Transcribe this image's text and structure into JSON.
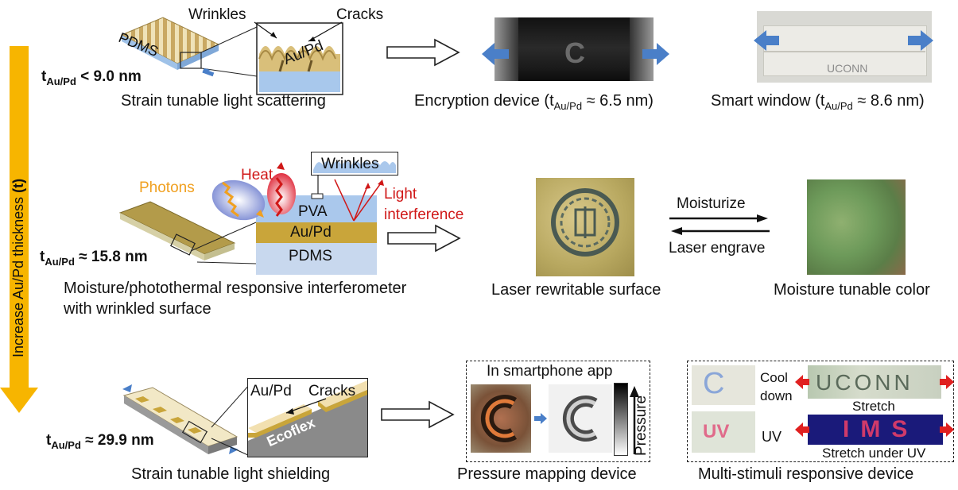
{
  "axis": {
    "label_prefix": "Increase Au/Pd thickness ",
    "label_symbol": "(t)"
  },
  "row1": {
    "thickness_prefix": "t",
    "thickness_sub": "Au/Pd",
    "thickness_value": " < 9.0 nm",
    "pdms_label": "PDMS",
    "wrinkles_label": "Wrinkles",
    "cracks_label": "Cracks",
    "aupd_label": "Au/Pd",
    "caption_left": "Strain tunable light scattering",
    "encryption_caption_main": "Encryption device (t",
    "encryption_caption_sub": "Au/Pd",
    "encryption_caption_rest": " ≈ 6.5 nm)",
    "encryption_letter": "C",
    "window_caption_main": "Smart window (t",
    "window_caption_sub": "Au/Pd",
    "window_caption_rest": " ≈ 8.6 nm)",
    "window_text": "UCONN"
  },
  "row2": {
    "photons_label": "Photons",
    "heat_label": "Heat",
    "wrinkles_label": "Wrinkles",
    "light_label": "Light",
    "interference_label": "interference",
    "pva_label": "PVA",
    "aupd_label": "Au/Pd",
    "pdms_label": "PDMS",
    "thickness_prefix": "t",
    "thickness_sub": "Au/Pd",
    "thickness_value": " ≈ 15.8 nm",
    "caption_line1": "Moisture/photothermal responsive interferometer",
    "caption_line2": "with wrinkled surface",
    "laser_caption": "Laser rewritable surface",
    "moisturize_label": "Moisturize",
    "laser_engrave_label": "Laser engrave",
    "moisture_caption": "Moisture tunable color"
  },
  "row3": {
    "thickness_prefix": "t",
    "thickness_sub": "Au/Pd",
    "thickness_value": " ≈ 29.9 nm",
    "aupd_label": "Au/Pd",
    "cracks_label": "Cracks",
    "ecoflex_label": "Ecoflex",
    "caption_left": "Strain tunable light shielding",
    "app_title": "In smartphone app",
    "pressure_label": "Pressure",
    "pressure_caption": "Pressure mapping device",
    "cool_down_line1": "Cool",
    "cool_down_line2": "down",
    "uv_label": "UV",
    "stretch_label": "Stretch",
    "stretch_uv_label": "Stretch under UV",
    "multi_caption": "Multi-stimuli responsive device",
    "uconn_text": "UCONN",
    "ims_text": "IMS",
    "c_text": "C",
    "uv_text": "UV"
  },
  "colors": {
    "axis_arrow": "#f7b500",
    "blue_arrow": "#4a7fc8",
    "red_arrow": "#e02020",
    "heat_red": "#d01818",
    "photon_orange": "#f0a020",
    "pva_blue": "#aac8ec",
    "aupd_gold": "#c9a53a",
    "pdms_light": "#c8d8ee"
  }
}
